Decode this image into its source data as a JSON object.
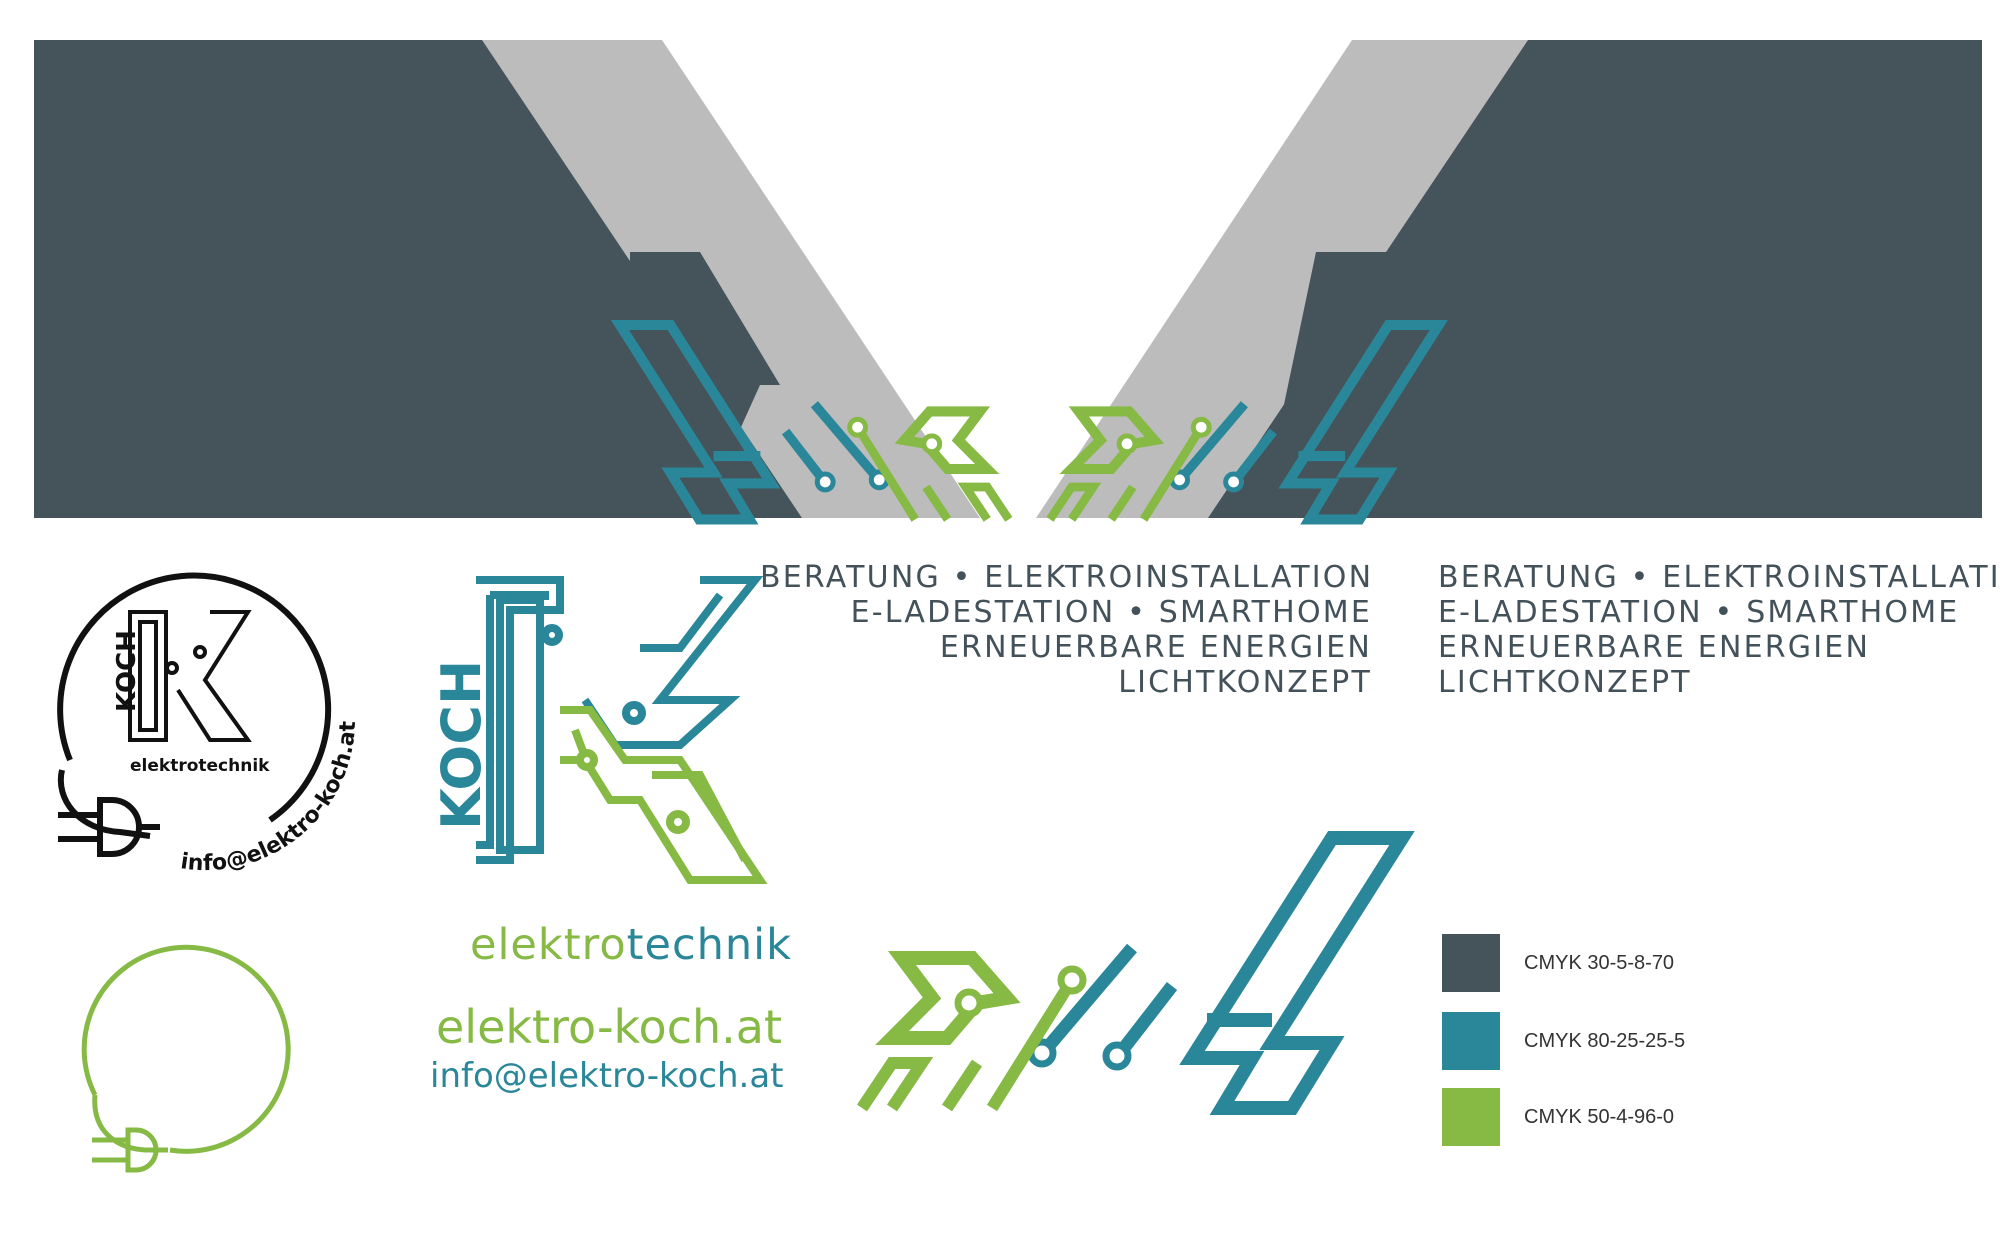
{
  "colors": {
    "dark": "#45535a",
    "teal": "#2a8799",
    "green": "#86ba44",
    "grey": "#bcbcbc",
    "black": "#111111"
  },
  "banner": {
    "services": [
      "BERATUNG • ELEKTROINSTALLATION",
      "E-LADESTATION • SMARTHOME",
      "ERNEUERBARE ENERGIEN",
      "LICHTKONZEPT"
    ]
  },
  "badge": {
    "koch": "KOCH",
    "subtitle": "elektrotechnik",
    "email_arc": "info@elektro-koch.at"
  },
  "logo": {
    "koch": "KOCH",
    "word_part1": "elektro",
    "word_part2": "technik",
    "website": "elektro-koch.at",
    "email": "info@elektro-koch.at"
  },
  "palette": [
    {
      "label": "CMYK 30-5-8-70",
      "color": "#45535a"
    },
    {
      "label": "CMYK 80-25-25-5",
      "color": "#2a8799"
    },
    {
      "label": "CMYK 50-4-96-0",
      "color": "#86ba44"
    }
  ]
}
